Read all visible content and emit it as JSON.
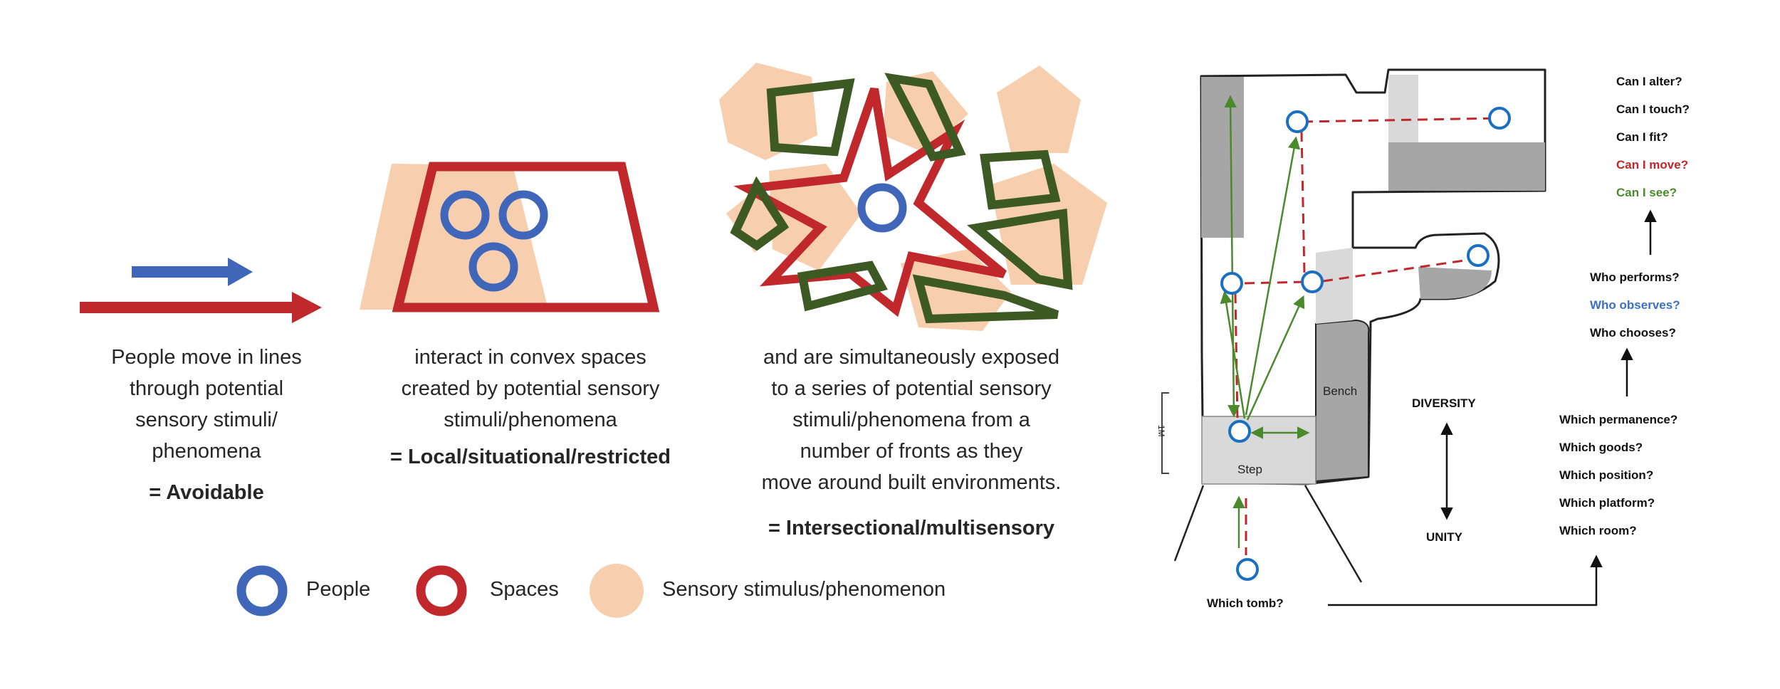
{
  "panels": {
    "lines": {
      "caption": [
        "People move in lines",
        "through potential",
        "sensory stimuli/",
        "phenomena"
      ],
      "conclusion": "= Avoidable"
    },
    "convex": {
      "caption": [
        "interact in convex spaces",
        "created by potential sensory",
        "stimuli/phenomena"
      ],
      "conclusion": "= Local/situational/restricted"
    },
    "exposure": {
      "caption": [
        "and are simultaneously exposed",
        "to a series of potential sensory",
        "stimuli/phenomena from a",
        "number of fronts as they",
        "move around built environments."
      ],
      "conclusion": "= Intersectional/multisensory"
    }
  },
  "legend": {
    "people": "People",
    "spaces": "Spaces",
    "stimulus": "Sensory stimulus/phenomenon"
  },
  "plan": {
    "bench": "Bench",
    "step": "Step",
    "scale": "1M",
    "tomb_question": "Which tomb?",
    "diversity": "DIVERSITY",
    "unity": "UNITY"
  },
  "questions": {
    "top": [
      "Can I alter?",
      "Can I touch?",
      "Can I fit?",
      "Can I move?",
      "Can I see?"
    ],
    "middle": [
      "Who performs?",
      "Who observes?",
      "Who chooses?"
    ],
    "bottom": [
      "Which permanence?",
      "Which goods?",
      "Which position?",
      "Which platform?",
      "Which room?"
    ]
  },
  "colors": {
    "blue": "#3f66b8",
    "red": "#c0282b",
    "peach": "#f7cfae",
    "dark_green": "#3d5a24",
    "arrow_green": "#4b8a2c",
    "plan_blue": "#1a6fc1",
    "gray": "#a6a6a6",
    "light_gray": "#d9d9d9"
  }
}
